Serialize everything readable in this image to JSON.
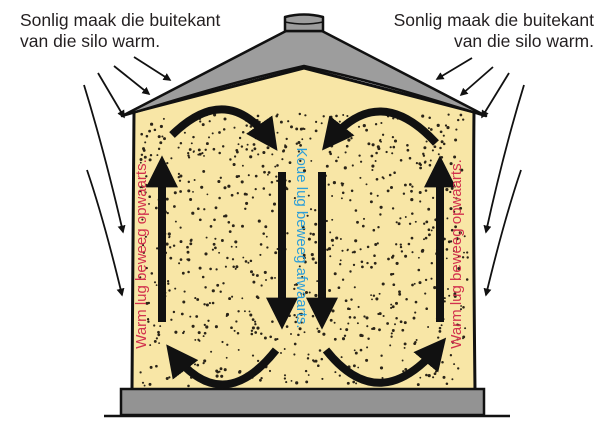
{
  "captions": {
    "left": [
      "Sonlig maak die buitekant",
      "van die silo warm."
    ],
    "right": [
      "Sonlig maak die buitekant",
      "van die silo warm."
    ]
  },
  "labels": {
    "warm_air_left": "Warm lug beweeg opwaarts.",
    "cold_air_center": "Koue lug beweeg afwaarts.",
    "warm_air_right": "Warm lug beweeg opwaarts."
  },
  "colors": {
    "grain_fill": "#f8e6a6",
    "roof": "#9d9d9d",
    "base": "#939393",
    "warm_label": "#d2314d",
    "cold_label": "#2d9ed8",
    "ink": "#111111"
  },
  "icons": {
    "sun_ray": "arrow-icon",
    "air_flow": "curved-arrow-icon",
    "grain": "dot-pattern"
  }
}
